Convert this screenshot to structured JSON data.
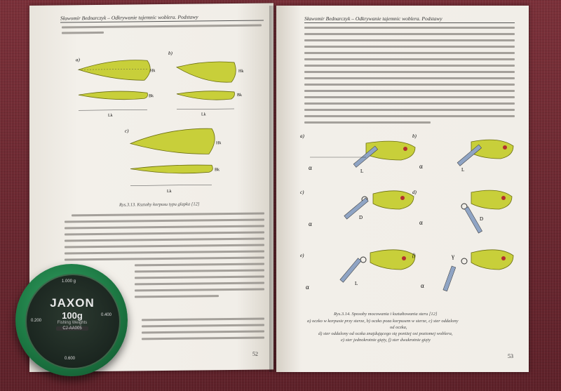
{
  "book": {
    "header": "Sławomir Bednarczyk – Odkrywanie tajemnic woblera. Podstawy",
    "left_page_number": "52",
    "right_page_number": "53",
    "left_caption": "Rys.3.13. Kształty korpusu typu glapka [12]",
    "right_caption_title": "Rys.3.14. Sposoby mocowania i kształtowania steru [12]",
    "right_caption_lines": [
      "a) oczko w korpusie przy sterze, b) oczko poza korpusem w sterze, c) ster oddalony",
      "od oczka,",
      "d) ster oddalony od oczka znajdującego się poniżej osi poziomej woblera,",
      "e) ster jednokrotnie gięty, f) ster dwukrotnie gięty"
    ],
    "left_fig_labels": [
      "a)",
      "b)",
      "c)"
    ],
    "right_fig_labels": [
      "a)",
      "b)",
      "c)",
      "d)",
      "e)",
      "f)"
    ],
    "dim_labels": {
      "h": "Hk",
      "b": "Bk",
      "l": "Lk",
      "alpha": "α",
      "gamma": "γ",
      "L": "L",
      "D": "D"
    }
  },
  "jar": {
    "brand": "JAXON",
    "weight": "100g",
    "sub": "Fishing Weights",
    "model": "CJ-AA005",
    "ring": [
      "1.000 g",
      "0.200",
      "0.400",
      "0.600"
    ]
  },
  "colors": {
    "body_fill": "#c8cf3a",
    "body_stroke": "#6b6e10",
    "rudder": "#8fa4c4",
    "eye": "#b33030"
  }
}
